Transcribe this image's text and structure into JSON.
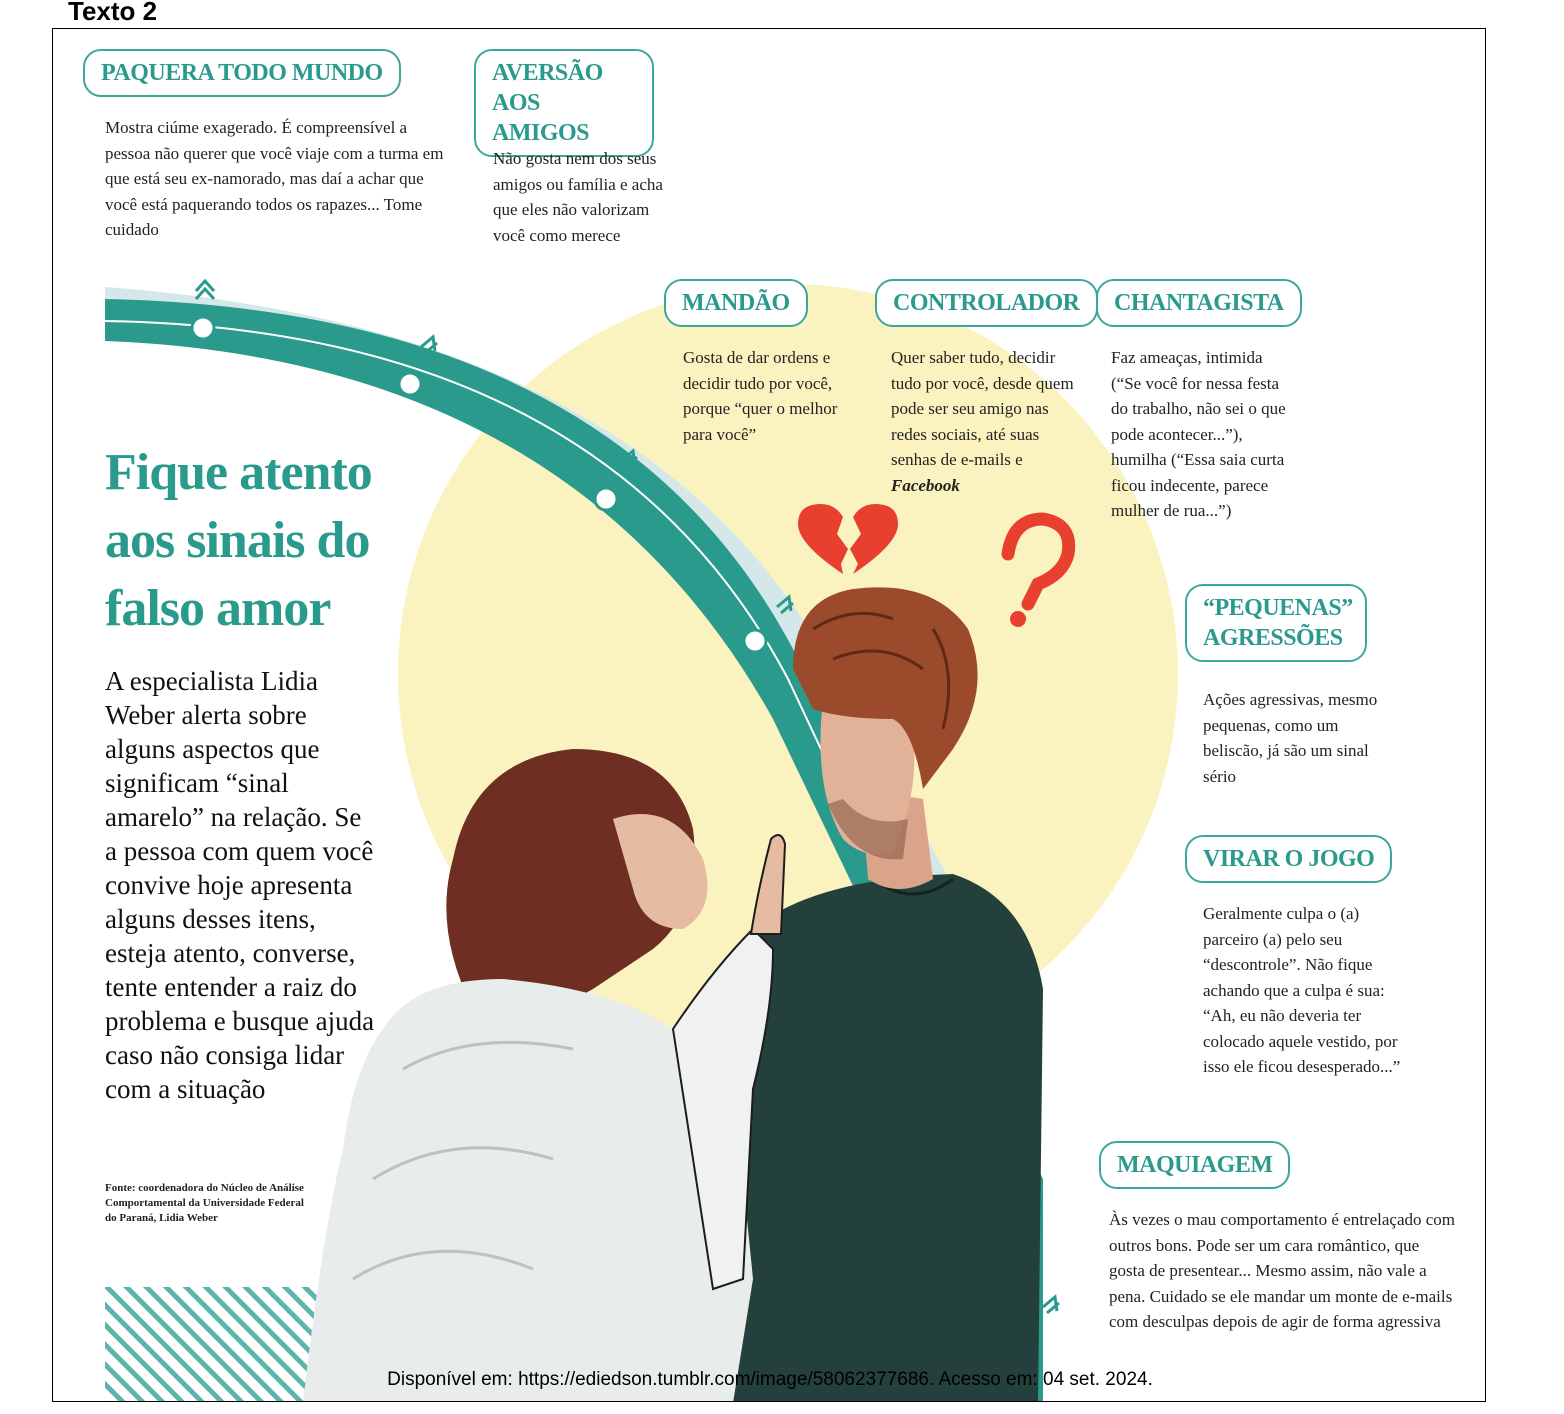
{
  "label": "Texto 2",
  "title_lines": [
    "Fique atento",
    "aos sinais do",
    "falso amor"
  ],
  "intro": "A especialista Lidia Weber alerta sobre alguns aspectos que significam “sinal amarelo” na relação. Se a pessoa com quem você convive hoje apresenta alguns desses itens, esteja atento, converse, tente entender a raiz do problema e busque ajuda caso não consiga lidar com a situação",
  "fonte": "Fonte: coordenadora do Núcleo de Análise Comportamental da Universidade Federal do Paraná, Lidia Weber",
  "signs": {
    "paquera": {
      "title": "PAQUERA TODO MUNDO",
      "text": "Mostra ciúme exagerado. É compreensível a pessoa não querer que você viaje com a turma em que está seu ex-namorado, mas daí a achar que você está paquerando todos os rapazes... Tome cuidado"
    },
    "aversao": {
      "title_line1": "AVERSÃO AOS",
      "title_line2": "AMIGOS",
      "text": "Não gosta nem dos seus amigos ou família e acha que eles não valorizam você como merece"
    },
    "mandao": {
      "title": "MANDÃO",
      "text": "Gosta de dar ordens e decidir tudo por você, porque “quer o melhor para você”"
    },
    "controlador": {
      "title": "CONTROLADOR",
      "text": "Quer saber tudo, decidir tudo por você, desde quem pode ser seu amigo nas redes sociais, até suas senhas de e-mails e",
      "text_bold": "Facebook"
    },
    "chantagista": {
      "title": "CHANTAGISTA",
      "text": "Faz ameaças, intimida (“Se você for nessa festa do trabalho, não sei o que pode acontecer...”), humilha (“Essa saia curta ficou indecente, parece mulher de rua...”)"
    },
    "pequenas": {
      "title_line1": "“PEQUENAS”",
      "title_line2": "AGRESSÕES",
      "text": "Ações agressivas, mesmo pequenas, como um beliscão, já são um sinal sério"
    },
    "virar": {
      "title": "VIRAR O JOGO",
      "text": "Geralmente culpa o (a) parceiro (a) pelo seu “descontrole”. Não fique achando que a culpa é sua: “Ah, eu não deveria ter colocado aquele vestido, por isso ele ficou desesperado...”"
    },
    "maquiagem": {
      "title": "MAQUIAGEM",
      "text": "Às vezes o mau comportamento é entrelaçado com outros bons. Pode ser um cara romântico, que gosta de presentear... Mesmo assim, não vale a pena. Cuidado se ele mandar um monte de e-mails com desculpas depois de agir de forma agressiva"
    }
  },
  "source": "Disponível em: https://ediedson.tumblr.com/image/58062377686. Acesso em: 04 set. 2024.",
  "colors": {
    "teal": "#2a9a8c",
    "light_teal": "#d4e8ea",
    "yellow": "#fbf3bf",
    "red": "#e8402f",
    "shirt": "#24403c",
    "hair_m": "#9c4a2c",
    "hair_f": "#6e2e22"
  }
}
